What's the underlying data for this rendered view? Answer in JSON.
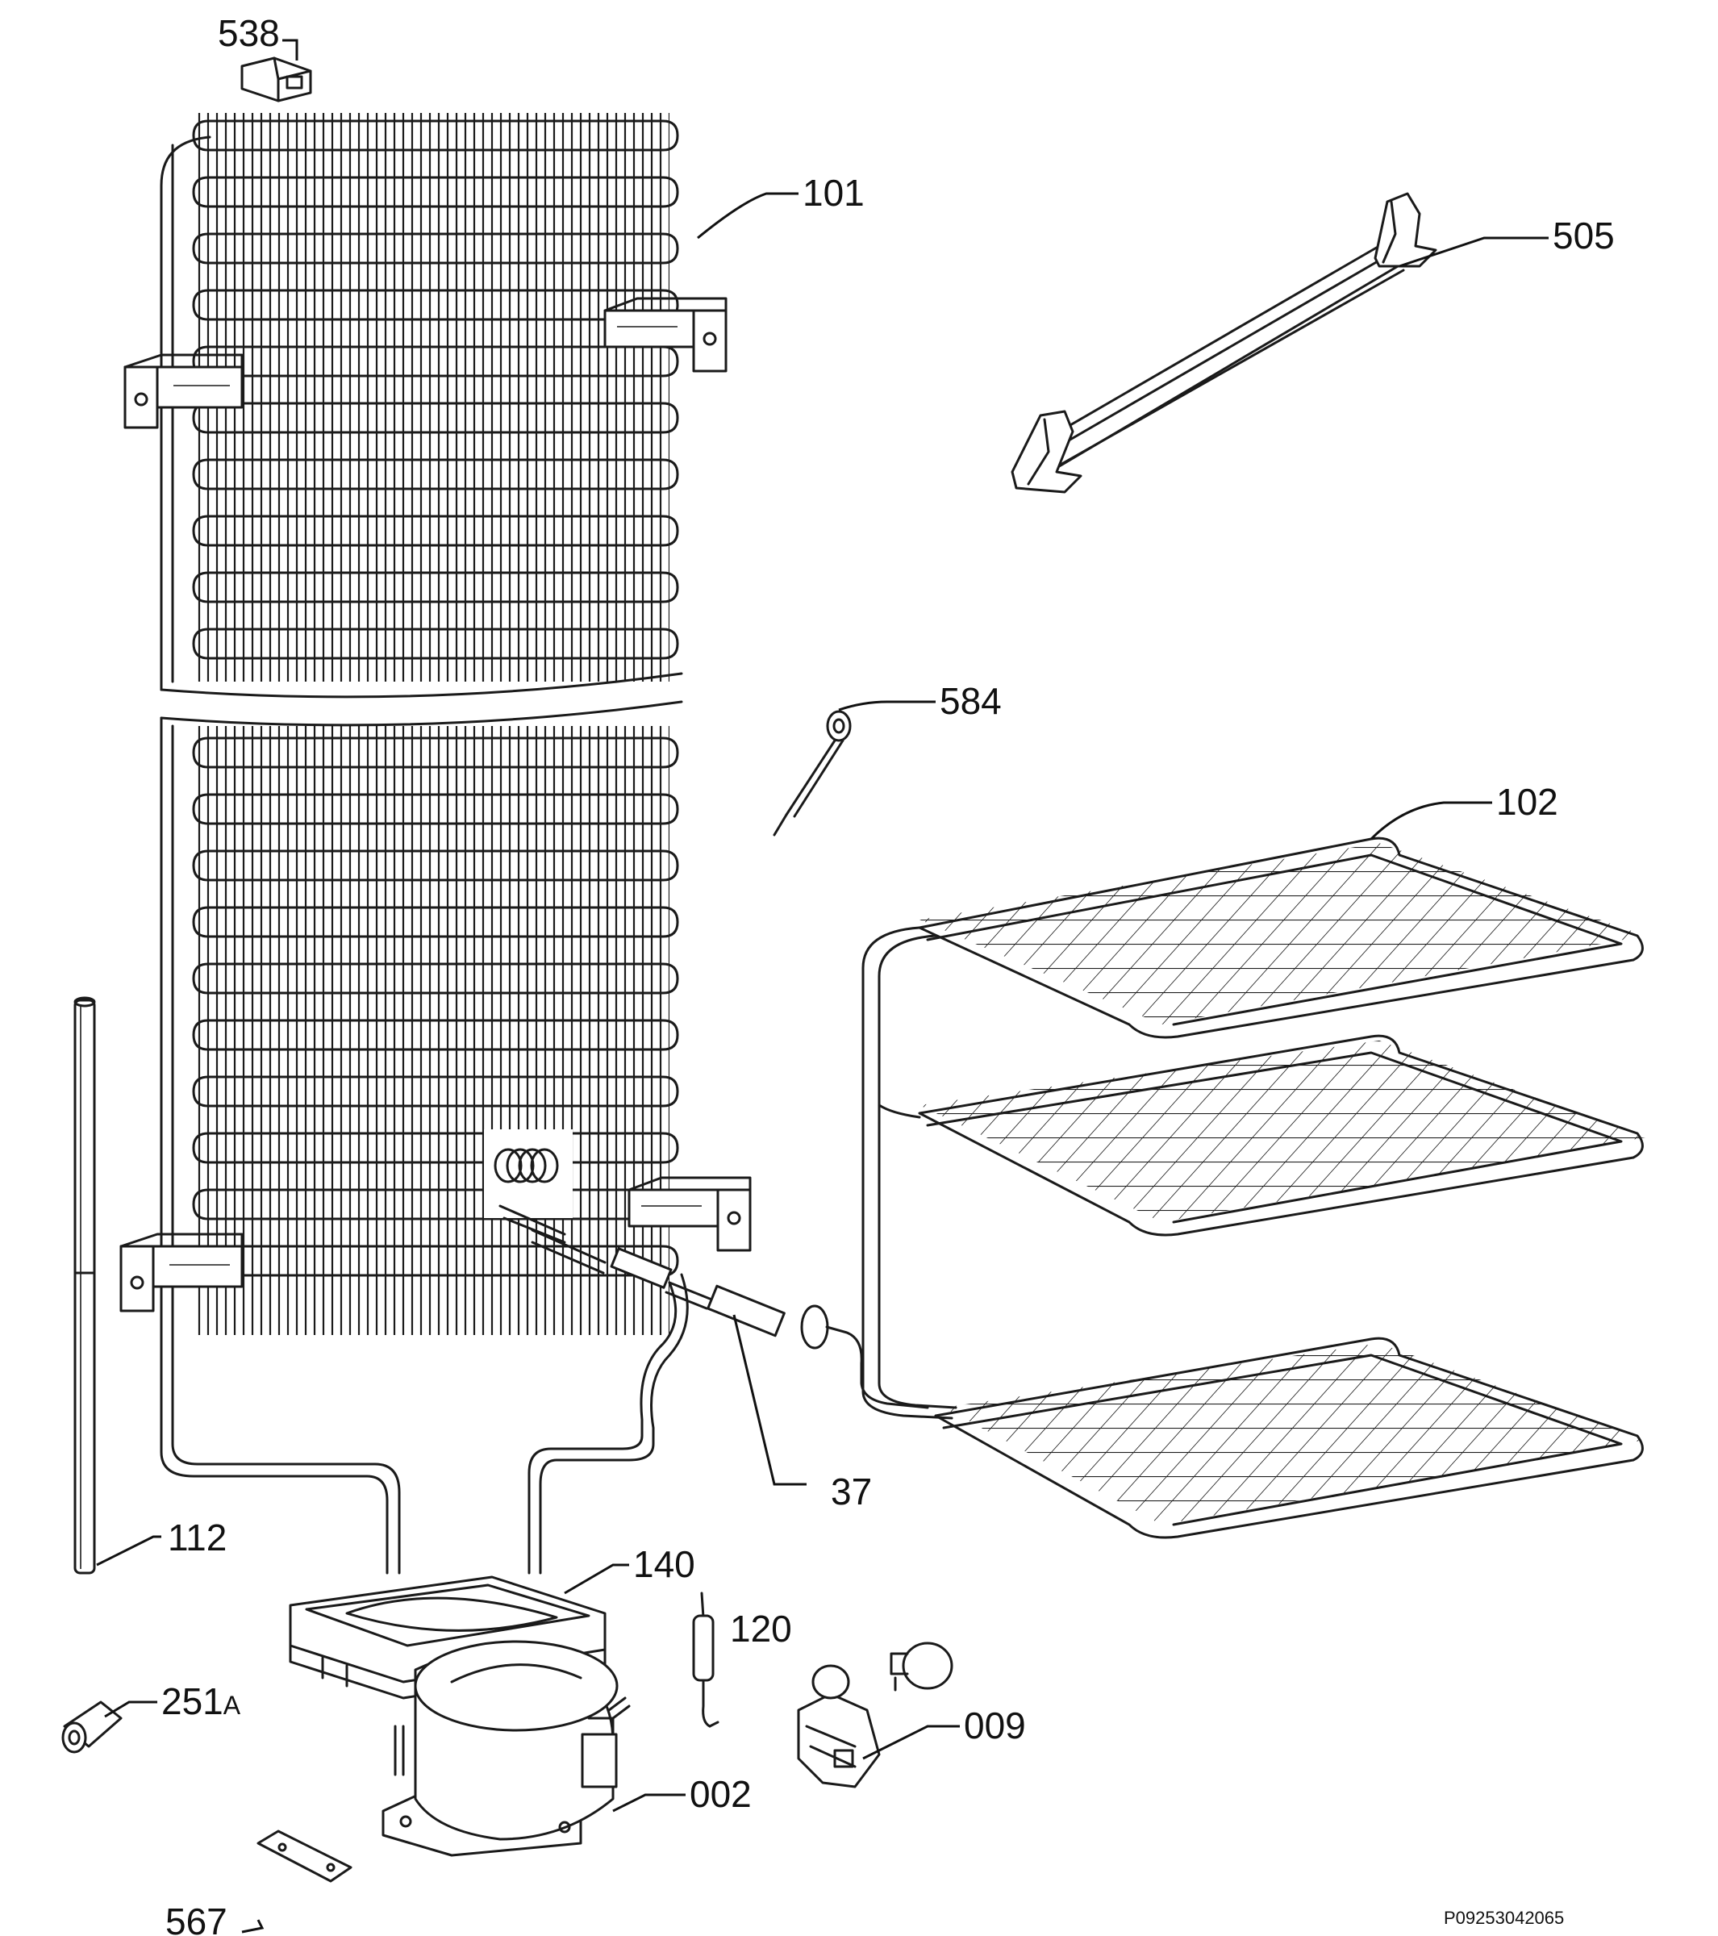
{
  "diagram": {
    "doc_code": "P09253042065",
    "callouts": [
      {
        "id": "538",
        "label": "538"
      },
      {
        "id": "101",
        "label": "101"
      },
      {
        "id": "505",
        "label": "505"
      },
      {
        "id": "584",
        "label": "584"
      },
      {
        "id": "102",
        "label": "102"
      },
      {
        "id": "37",
        "label": "37"
      },
      {
        "id": "112",
        "label": "112"
      },
      {
        "id": "140",
        "label": "140"
      },
      {
        "id": "120",
        "label": "120"
      },
      {
        "id": "251",
        "label": "251",
        "suffix": "A"
      },
      {
        "id": "009",
        "label": "009"
      },
      {
        "id": "002",
        "label": "002"
      },
      {
        "id": "567",
        "label": "567"
      }
    ]
  }
}
